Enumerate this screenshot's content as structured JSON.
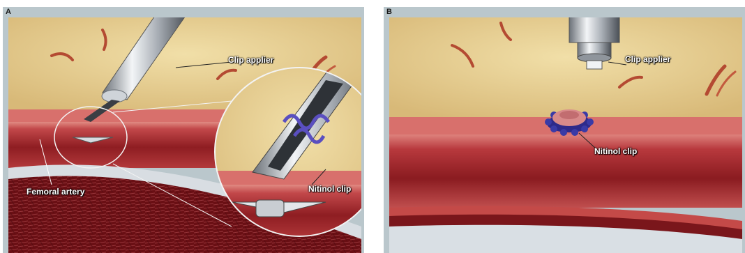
{
  "panels": [
    {
      "letter": "A",
      "labels": {
        "clip_applier": "Clip applier",
        "nitinol_clip": "Nitinol clip",
        "femoral_artery": "Femoral artery"
      },
      "colors": {
        "tissue": "#e6cf95",
        "artery": "#a02a2c",
        "vessel_wall": "#d8706c",
        "blood": "#6a0f14",
        "clip": "#5a4fc0",
        "steel": "#c9cdd2",
        "frame": "#bac7cc"
      }
    },
    {
      "letter": "B",
      "labels": {
        "clip_applier": "Clip applier",
        "nitinol_clip": "Nitinol clip"
      },
      "colors": {
        "tissue": "#e6cf95",
        "artery": "#a02a2c",
        "vessel_wall": "#d8706c",
        "clip": "#3a3aa6",
        "steel": "#c9cdd2"
      }
    }
  ]
}
